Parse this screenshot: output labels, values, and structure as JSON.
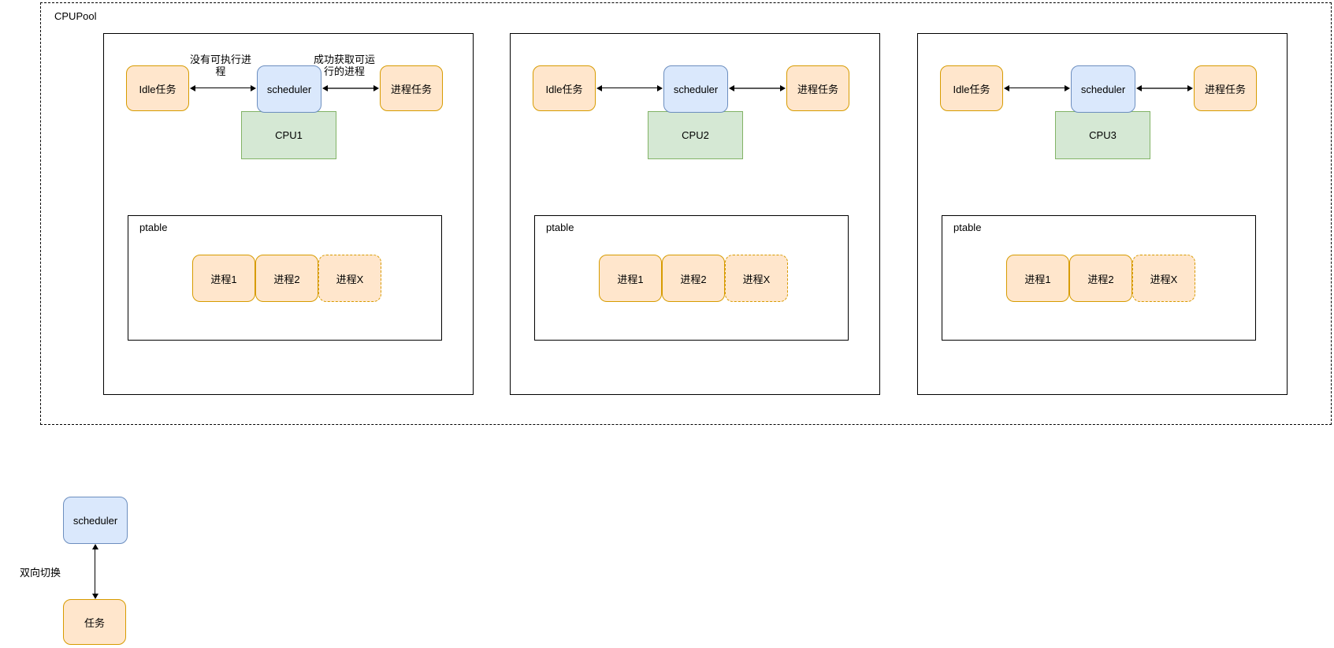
{
  "cpupool": {
    "label": "CPUPool"
  },
  "sections": [
    {
      "idle_label": "Idle任务",
      "scheduler_label": "scheduler",
      "process_task_label": "进程任务",
      "cpu_label": "CPU1",
      "ptable_label": "ptable",
      "processes": [
        "进程1",
        "进程2",
        "进程X"
      ],
      "left_arrow_label": "没有可执行进程",
      "right_arrow_label": "成功获取可运行的进程"
    },
    {
      "idle_label": "Idle任务",
      "scheduler_label": "scheduler",
      "process_task_label": "进程任务",
      "cpu_label": "CPU2",
      "ptable_label": "ptable",
      "processes": [
        "进程1",
        "进程2",
        "进程X"
      ]
    },
    {
      "idle_label": "Idle任务",
      "scheduler_label": "scheduler",
      "process_task_label": "进程任务",
      "cpu_label": "CPU3",
      "ptable_label": "ptable",
      "processes": [
        "进程1",
        "进程2",
        "进程X"
      ]
    }
  ],
  "standalone": {
    "scheduler_label": "scheduler",
    "task_label": "任务",
    "arrow_label": "双向切换"
  },
  "colors": {
    "task_fill": "#ffe6cc",
    "task_border": "#d79b00",
    "scheduler_fill": "#dae8fc",
    "scheduler_border": "#6c8ebf",
    "cpu_fill": "#d5e8d4",
    "cpu_border": "#82b366",
    "arrow_gray": "#595959"
  }
}
